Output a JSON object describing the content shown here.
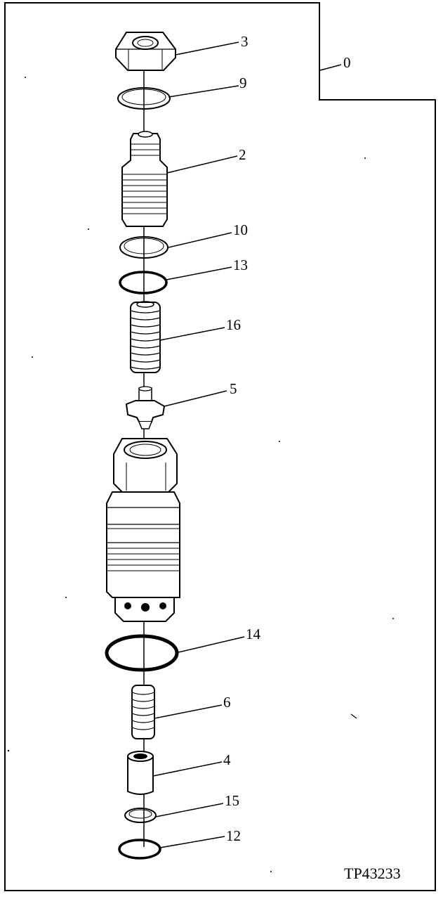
{
  "figure": {
    "reference": "TP43233",
    "assembly_callout": "0"
  },
  "callouts": [
    {
      "id": "3",
      "part": "nut"
    },
    {
      "id": "9",
      "part": "ring"
    },
    {
      "id": "2",
      "part": "adjusting-plug"
    },
    {
      "id": "10",
      "part": "backup-ring"
    },
    {
      "id": "13",
      "part": "o-ring"
    },
    {
      "id": "16",
      "part": "spring"
    },
    {
      "id": "5",
      "part": "poppet"
    },
    {
      "id": "14",
      "part": "o-ring"
    },
    {
      "id": "6",
      "part": "spring"
    },
    {
      "id": "4",
      "part": "piston"
    },
    {
      "id": "15",
      "part": "ring"
    },
    {
      "id": "12",
      "part": "o-ring"
    }
  ]
}
